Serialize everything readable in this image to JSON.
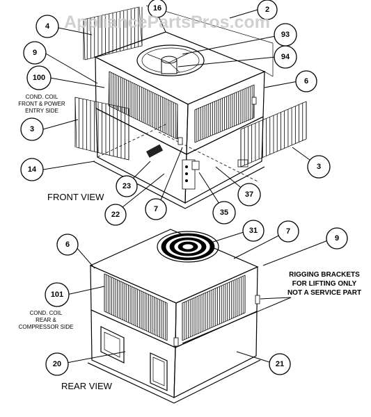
{
  "watermark": "AppliancePartsPros.com",
  "front_view": {
    "label": "FRONT VIEW",
    "coil_note": [
      "COND. COIL",
      "FRONT & POWER",
      "ENTRY SIDE"
    ]
  },
  "rear_view": {
    "label": "REAR VIEW",
    "coil_note": [
      "COND. COIL",
      "REAR &",
      "COMPRESSOR SIDE"
    ],
    "bracket_note": [
      "RIGGING BRACKETS",
      "FOR LIFTING ONLY",
      "NOT A SERVICE PART"
    ]
  },
  "callouts": [
    {
      "id": "c-4",
      "label": "4"
    },
    {
      "id": "c-16",
      "label": "16"
    },
    {
      "id": "c-2",
      "label": "2"
    },
    {
      "id": "c-93",
      "label": "93"
    },
    {
      "id": "c-9-front",
      "label": "9"
    },
    {
      "id": "c-94",
      "label": "94"
    },
    {
      "id": "c-100",
      "label": "100"
    },
    {
      "id": "c-6-front",
      "label": "6"
    },
    {
      "id": "c-3-left",
      "label": "3"
    },
    {
      "id": "c-14",
      "label": "14"
    },
    {
      "id": "c-3-right",
      "label": "3"
    },
    {
      "id": "c-23",
      "label": "23"
    },
    {
      "id": "c-37",
      "label": "37"
    },
    {
      "id": "c-22",
      "label": "22"
    },
    {
      "id": "c-7-front",
      "label": "7"
    },
    {
      "id": "c-35",
      "label": "35"
    },
    {
      "id": "c-31",
      "label": "31"
    },
    {
      "id": "c-7-rear",
      "label": "7"
    },
    {
      "id": "c-9-rear",
      "label": "9"
    },
    {
      "id": "c-6-rear",
      "label": "6"
    },
    {
      "id": "c-101",
      "label": "101"
    },
    {
      "id": "c-20",
      "label": "20"
    },
    {
      "id": "c-21",
      "label": "21"
    }
  ]
}
